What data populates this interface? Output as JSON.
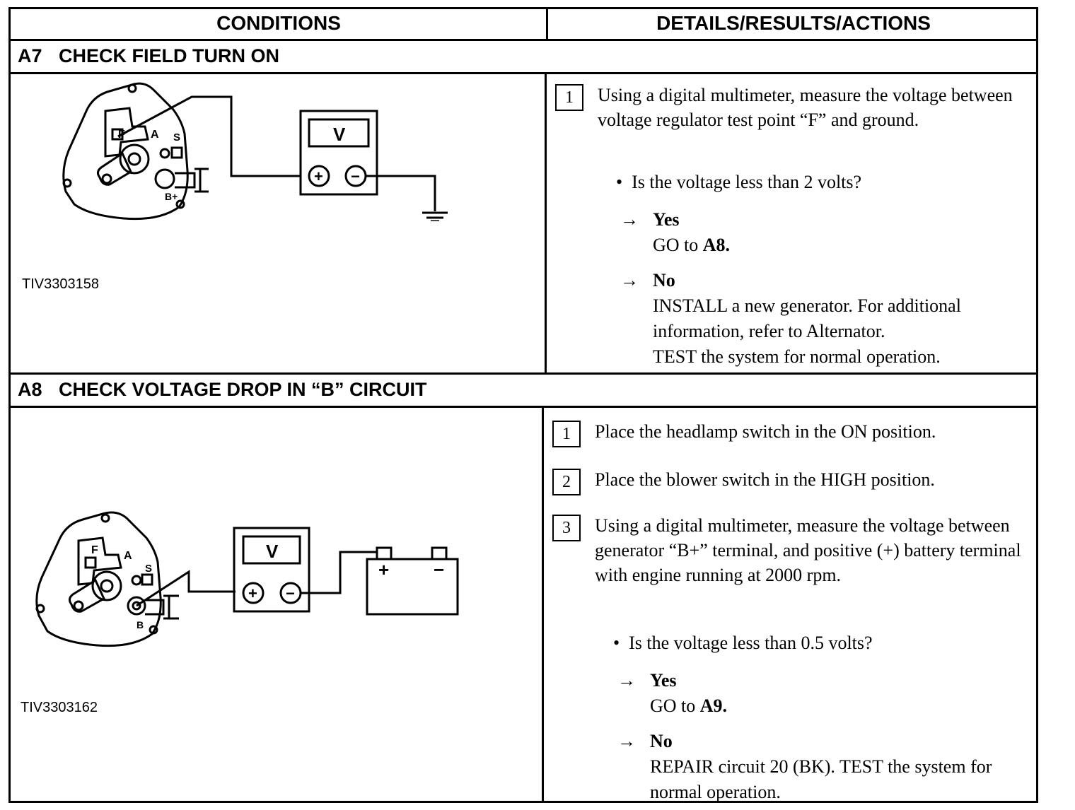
{
  "header": {
    "conditions": "CONDITIONS",
    "details": "DETAILS/RESULTS/ACTIONS"
  },
  "sections": [
    {
      "code": "A7",
      "title": "CHECK FIELD TURN ON",
      "figure_id": "TIV3303158",
      "figure_labels": {
        "f": "F",
        "a": "A",
        "s": "S",
        "bplus": "B+",
        "meter": "V",
        "plus": "+",
        "minus": "−"
      },
      "steps": [
        {
          "num": "1",
          "text": "Using a digital multimeter, measure the voltage between voltage regulator test point “F” and ground."
        }
      ],
      "question": "Is the voltage less than 2 volts?",
      "results": [
        {
          "arrow": "→",
          "answer": "Yes",
          "lines": [
            "GO to ",
            "A8."
          ]
        },
        {
          "arrow": "→",
          "answer": "No",
          "lines": [
            "INSTALL a new generator. For additional information, refer to Alternator.",
            "TEST the system for normal operation."
          ]
        }
      ]
    },
    {
      "code": "A8",
      "title": "CHECK VOLTAGE DROP IN “B” CIRCUIT",
      "figure_id": "TIV3303162",
      "figure_labels": {
        "f": "F",
        "a": "A",
        "s": "S",
        "b": "B",
        "meter": "V",
        "plus": "+",
        "minus": "−"
      },
      "steps": [
        {
          "num": "1",
          "text": "Place the headlamp switch in the ON position."
        },
        {
          "num": "2",
          "text": "Place the blower switch in the HIGH position."
        },
        {
          "num": "3",
          "text": "Using a digital multimeter, measure the voltage between generator “B+” terminal, and positive (+) battery terminal with engine running at 2000 rpm."
        }
      ],
      "question": "Is the voltage less than 0.5 volts?",
      "results": [
        {
          "arrow": "→",
          "answer": "Yes",
          "lines": [
            "GO to ",
            "A9."
          ]
        },
        {
          "arrow": "→",
          "answer": "No",
          "lines": [
            "REPAIR circuit 20 (BK). TEST the system for normal operation."
          ]
        }
      ]
    }
  ]
}
